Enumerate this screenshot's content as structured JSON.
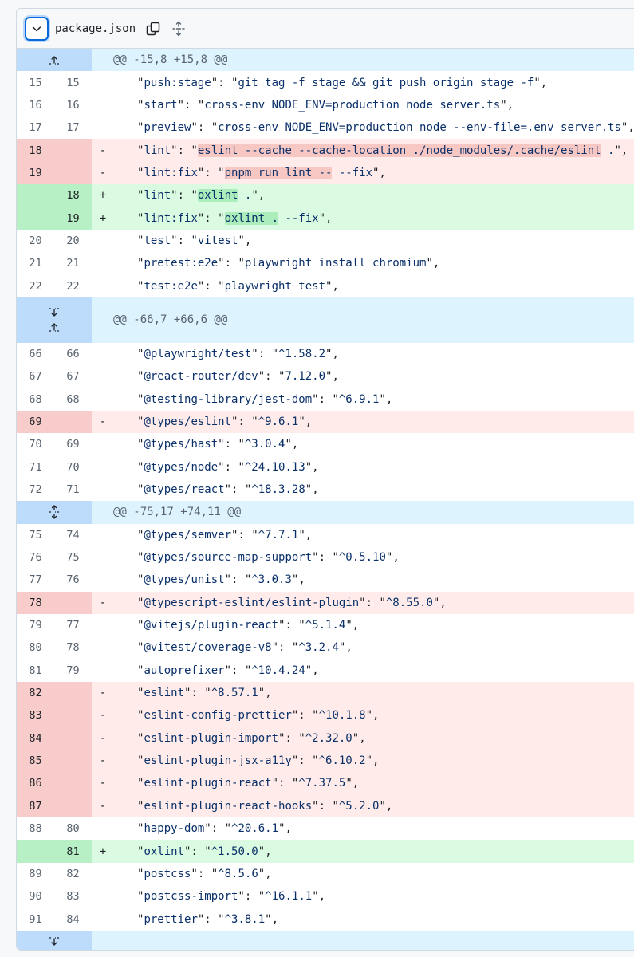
{
  "file": {
    "name": "package.json"
  },
  "colors": {
    "accent": "#0969da",
    "deletion": "#ffebe9",
    "addition": "#dafbe1",
    "hunk": "#ddf4ff"
  },
  "rows": [
    {
      "type": "hunk",
      "text": "@@ -15,8 +15,8 @@",
      "expand": "up"
    },
    {
      "type": "ctx",
      "old": "15",
      "new": "15",
      "key": "push:stage",
      "value": "git tag -f stage && git push origin stage -f",
      "trail": ","
    },
    {
      "type": "ctx",
      "old": "16",
      "new": "16",
      "key": "start",
      "value": "cross-env NODE_ENV=production node server.ts",
      "trail": ","
    },
    {
      "type": "ctx",
      "old": "17",
      "new": "17",
      "key": "preview",
      "value": "cross-env NODE_ENV=production node --env-file=.env server.ts",
      "trail": ","
    },
    {
      "type": "del",
      "old": "18",
      "new": "",
      "marker": "-",
      "key": "lint",
      "value": "eslint --cache --cache-location ./node_modules/.cache/eslint .",
      "trail": ",",
      "highlight": "eslint --cache --cache-location ./node_modules/.cache/eslint"
    },
    {
      "type": "del",
      "old": "19",
      "new": "",
      "marker": "-",
      "key": "lint:fix",
      "value": "pnpm run lint -- --fix",
      "trail": ",",
      "highlight": "pnpm run lint --"
    },
    {
      "type": "add",
      "old": "",
      "new": "18",
      "marker": "+",
      "key": "lint",
      "value": "oxlint .",
      "trail": ",",
      "highlight": "oxlint"
    },
    {
      "type": "add",
      "old": "",
      "new": "19",
      "marker": "+",
      "key": "lint:fix",
      "value": "oxlint . --fix",
      "trail": ",",
      "highlight": "oxlint ."
    },
    {
      "type": "ctx",
      "old": "20",
      "new": "20",
      "key": "test",
      "value": "vitest",
      "trail": ","
    },
    {
      "type": "ctx",
      "old": "21",
      "new": "21",
      "key": "pretest:e2e",
      "value": "playwright install chromium",
      "trail": ","
    },
    {
      "type": "ctx",
      "old": "22",
      "new": "22",
      "key": "test:e2e",
      "value": "playwright test",
      "trail": ","
    },
    {
      "type": "hunk",
      "text": "@@ -66,7 +66,6 @@",
      "expand": "both"
    },
    {
      "type": "ctx",
      "old": "66",
      "new": "66",
      "key": "@playwright/test",
      "value": "^1.58.2",
      "trail": ","
    },
    {
      "type": "ctx",
      "old": "67",
      "new": "67",
      "key": "@react-router/dev",
      "value": "7.12.0",
      "trail": ","
    },
    {
      "type": "ctx",
      "old": "68",
      "new": "68",
      "key": "@testing-library/jest-dom",
      "value": "^6.9.1",
      "trail": ","
    },
    {
      "type": "del",
      "old": "69",
      "new": "",
      "marker": "-",
      "key": "@types/eslint",
      "value": "^9.6.1",
      "trail": ","
    },
    {
      "type": "ctx",
      "old": "70",
      "new": "69",
      "key": "@types/hast",
      "value": "^3.0.4",
      "trail": ","
    },
    {
      "type": "ctx",
      "old": "71",
      "new": "70",
      "key": "@types/node",
      "value": "^24.10.13",
      "trail": ","
    },
    {
      "type": "ctx",
      "old": "72",
      "new": "71",
      "key": "@types/react",
      "value": "^18.3.28",
      "trail": ","
    },
    {
      "type": "hunk",
      "text": "@@ -75,17 +74,11 @@",
      "expand": "updown"
    },
    {
      "type": "ctx",
      "old": "75",
      "new": "74",
      "key": "@types/semver",
      "value": "^7.7.1",
      "trail": ","
    },
    {
      "type": "ctx",
      "old": "76",
      "new": "75",
      "key": "@types/source-map-support",
      "value": "^0.5.10",
      "trail": ","
    },
    {
      "type": "ctx",
      "old": "77",
      "new": "76",
      "key": "@types/unist",
      "value": "^3.0.3",
      "trail": ","
    },
    {
      "type": "del",
      "old": "78",
      "new": "",
      "marker": "-",
      "key": "@typescript-eslint/eslint-plugin",
      "value": "^8.55.0",
      "trail": ","
    },
    {
      "type": "ctx",
      "old": "79",
      "new": "77",
      "key": "@vitejs/plugin-react",
      "value": "^5.1.4",
      "trail": ","
    },
    {
      "type": "ctx",
      "old": "80",
      "new": "78",
      "key": "@vitest/coverage-v8",
      "value": "^3.2.4",
      "trail": ","
    },
    {
      "type": "ctx",
      "old": "81",
      "new": "79",
      "key": "autoprefixer",
      "value": "^10.4.24",
      "trail": ","
    },
    {
      "type": "del",
      "old": "82",
      "new": "",
      "marker": "-",
      "key": "eslint",
      "value": "^8.57.1",
      "trail": ","
    },
    {
      "type": "del",
      "old": "83",
      "new": "",
      "marker": "-",
      "key": "eslint-config-prettier",
      "value": "^10.1.8",
      "trail": ","
    },
    {
      "type": "del",
      "old": "84",
      "new": "",
      "marker": "-",
      "key": "eslint-plugin-import",
      "value": "^2.32.0",
      "trail": ","
    },
    {
      "type": "del",
      "old": "85",
      "new": "",
      "marker": "-",
      "key": "eslint-plugin-jsx-a11y",
      "value": "^6.10.2",
      "trail": ","
    },
    {
      "type": "del",
      "old": "86",
      "new": "",
      "marker": "-",
      "key": "eslint-plugin-react",
      "value": "^7.37.5",
      "trail": ","
    },
    {
      "type": "del",
      "old": "87",
      "new": "",
      "marker": "-",
      "key": "eslint-plugin-react-hooks",
      "value": "^5.2.0",
      "trail": ","
    },
    {
      "type": "ctx",
      "old": "88",
      "new": "80",
      "key": "happy-dom",
      "value": "^20.6.1",
      "trail": ","
    },
    {
      "type": "add",
      "old": "",
      "new": "81",
      "marker": "+",
      "key": "oxlint",
      "value": "^1.50.0",
      "trail": ","
    },
    {
      "type": "ctx",
      "old": "89",
      "new": "82",
      "key": "postcss",
      "value": "^8.5.6",
      "trail": ","
    },
    {
      "type": "ctx",
      "old": "90",
      "new": "83",
      "key": "postcss-import",
      "value": "^16.1.1",
      "trail": ","
    },
    {
      "type": "ctx",
      "old": "91",
      "new": "84",
      "key": "prettier",
      "value": "^3.8.1",
      "trail": ","
    },
    {
      "type": "hunk",
      "text": "",
      "expand": "down"
    }
  ]
}
